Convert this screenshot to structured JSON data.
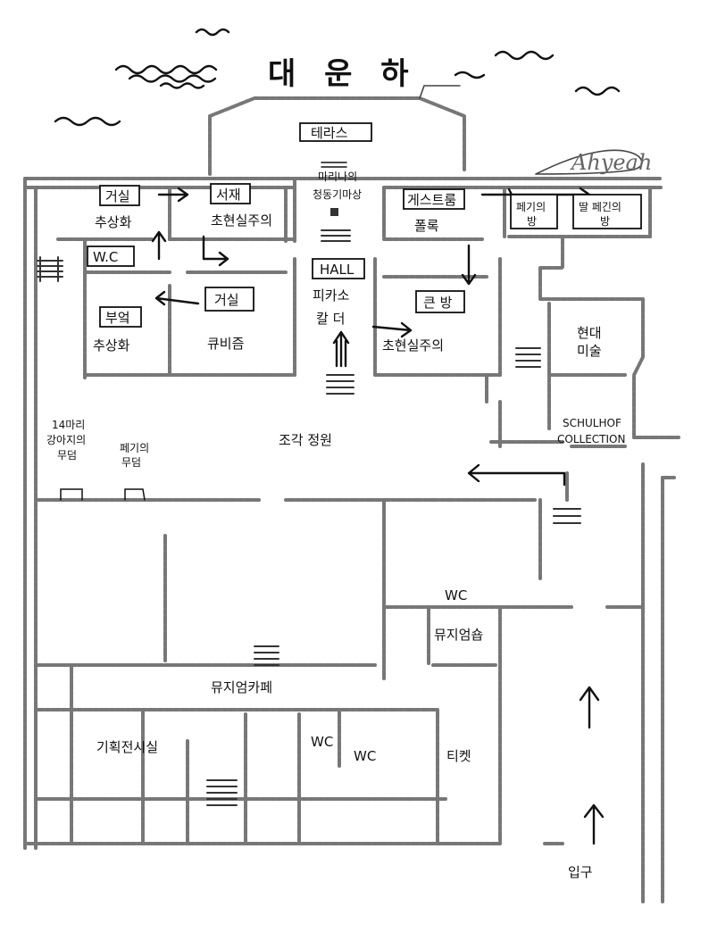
{
  "title": "대 운 하",
  "signature": "Ahyeah",
  "labels": {
    "terrace": "테라스",
    "living1": "거실",
    "living1_sub": "추상화",
    "study": "서재",
    "study_sub": "초현실주의",
    "marina": "마리나의",
    "marina2": "청동기마상",
    "guestroom": "게스트룸",
    "guestroom_sub": "폴록",
    "peggy_room": "페기의",
    "peggy_room2": "방",
    "pegeen_room": "딸 페긴의",
    "pegeen_room2": "방",
    "wc1": "W.C",
    "hall": "HALL",
    "hall_sub1": "피카소",
    "hall_sub2": "칼 더",
    "living2": "거실",
    "living2_sub": "큐비즘",
    "kitchen": "부엌",
    "kitchen_sub": "추상화",
    "bigroom": "큰 방",
    "bigroom_sub": "초현실주의",
    "modern1": "현대",
    "modern2": "미술",
    "schulhof1": "SCHULHOF",
    "schulhof2": "COLLECTION",
    "dogs1": "14마리",
    "dogs2": "강아지의",
    "dogs3": "무덤",
    "peggy_grave1": "페기의",
    "peggy_grave2": "무덤",
    "garden": "조각 정원",
    "wc2": "WC",
    "museum_shop": "뮤지엄숍",
    "museum_cafe": "뮤지엄카페",
    "special_exhibit": "기획전시실",
    "wc3": "WC",
    "wc4": "WC",
    "ticket": "티켓",
    "entrance": "입구"
  }
}
